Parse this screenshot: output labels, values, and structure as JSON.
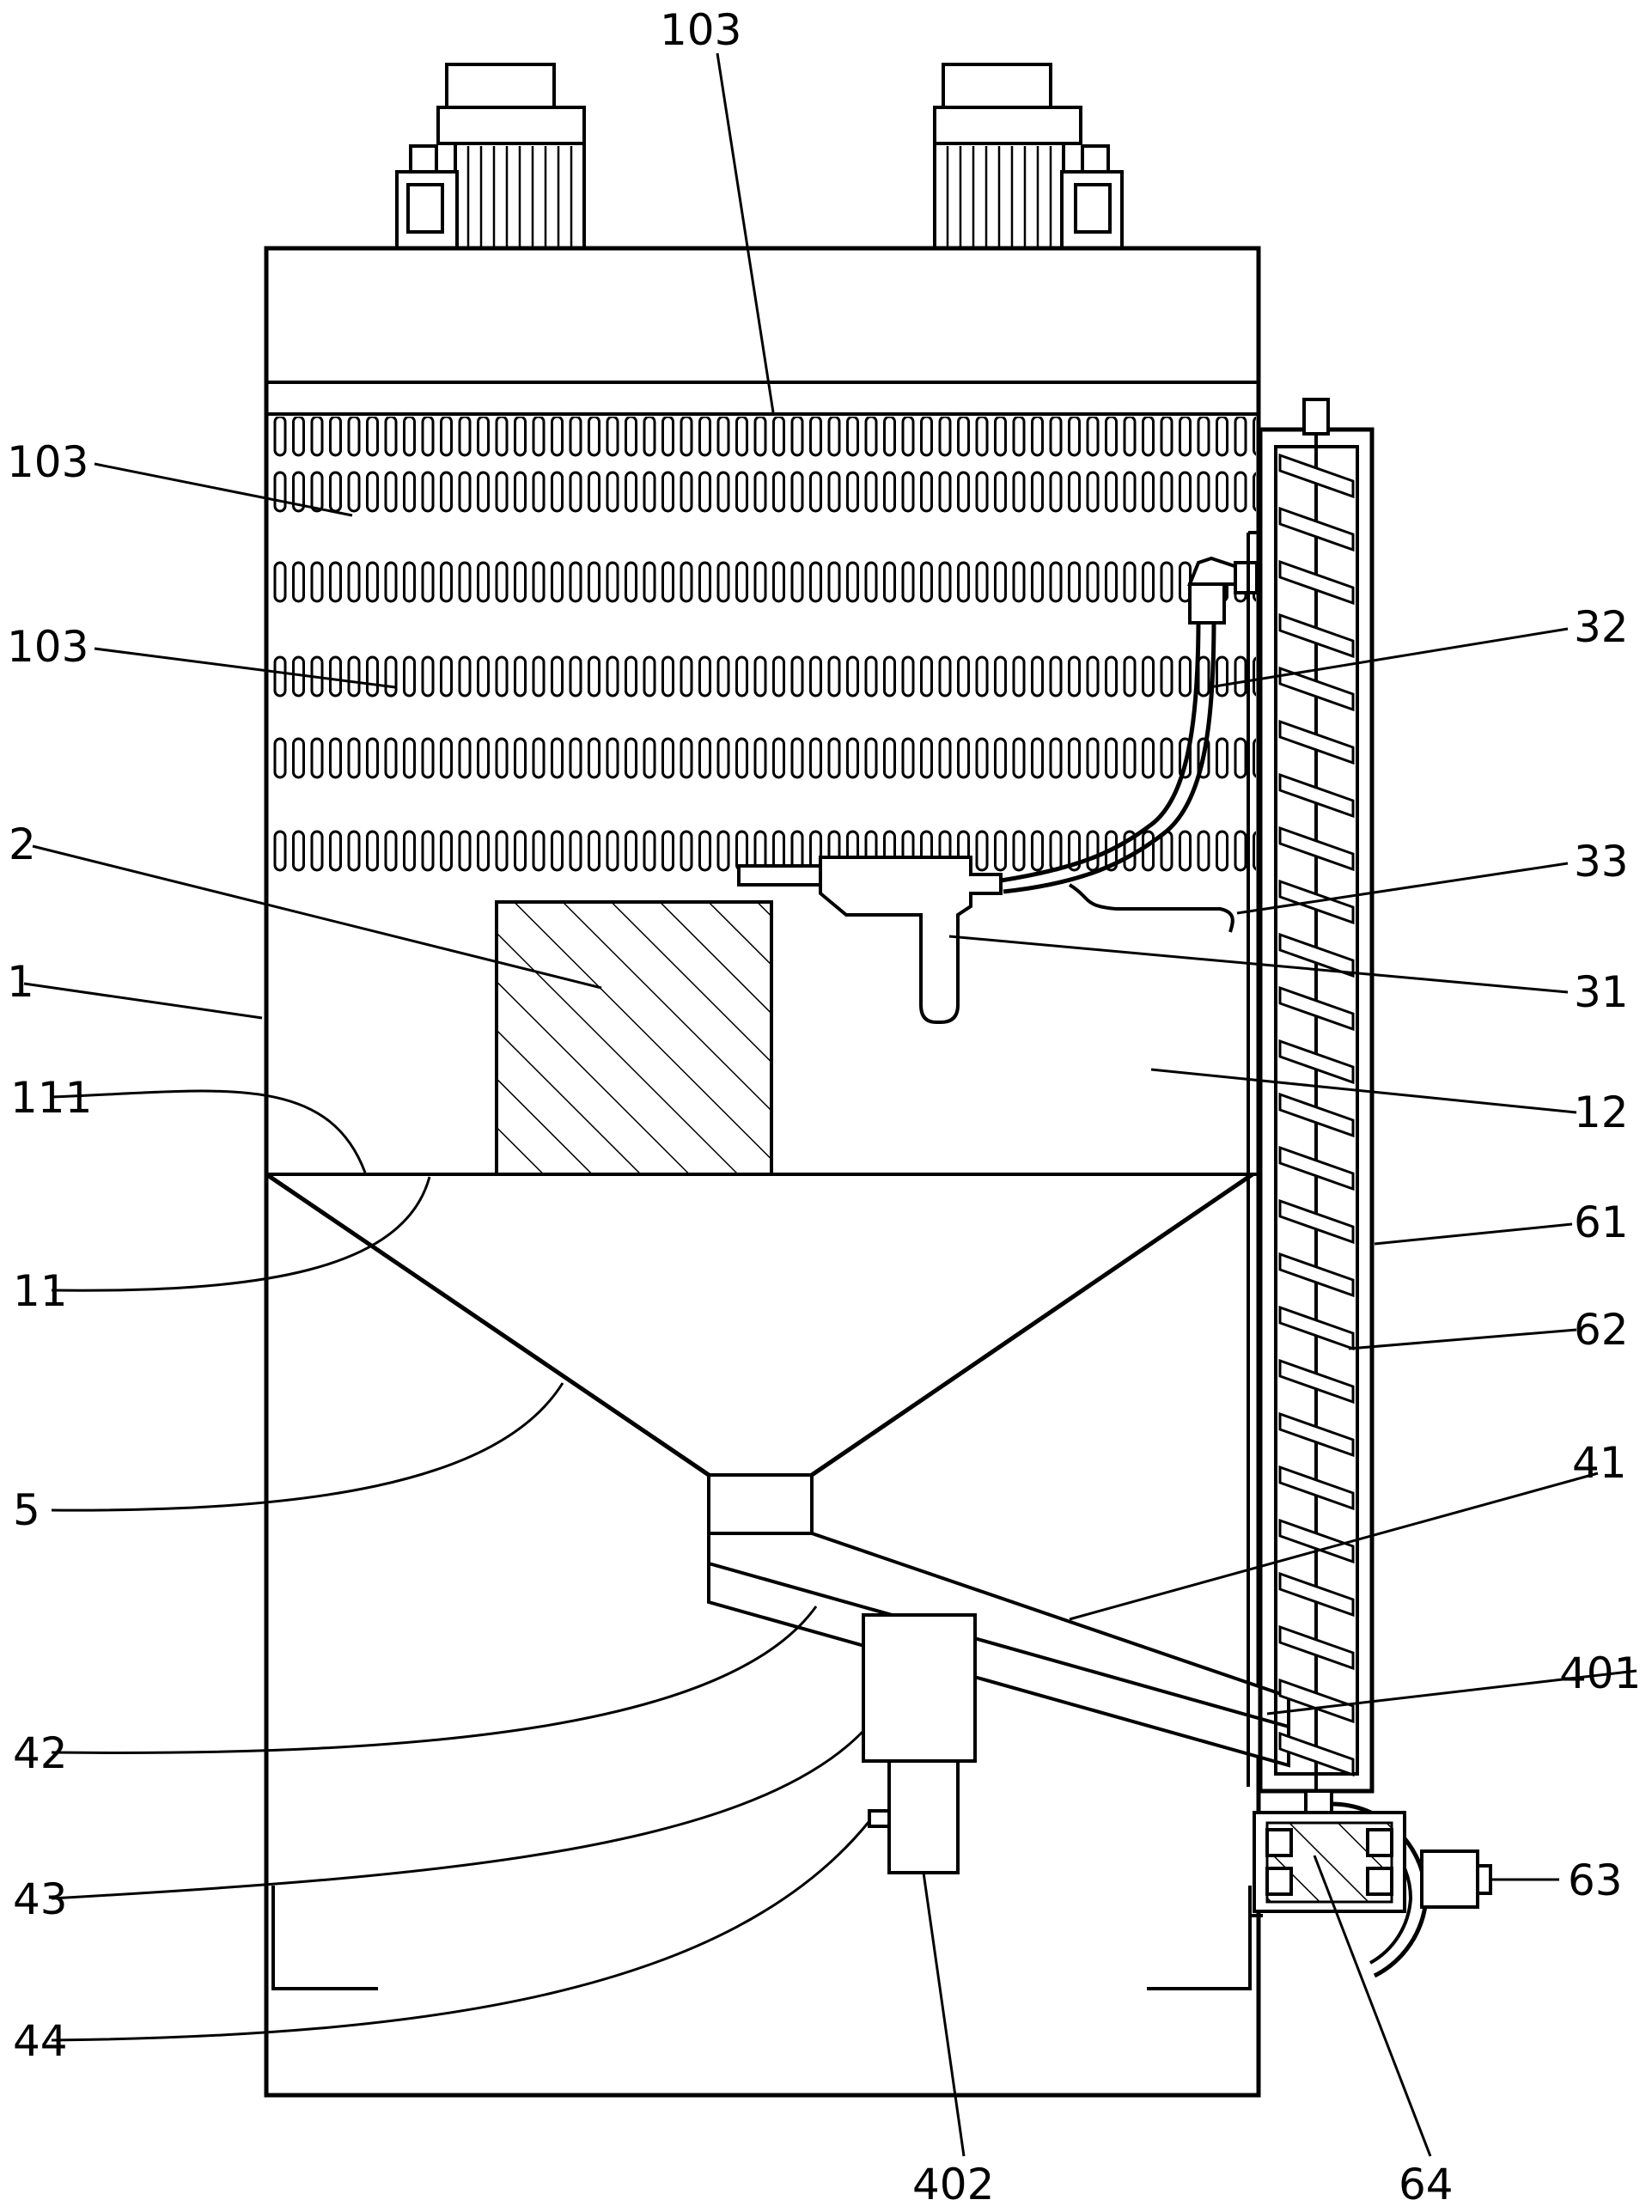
{
  "labels": {
    "l103_top": "103",
    "l103_a": "103",
    "l103_b": "103",
    "l2": "2",
    "l1": "1",
    "l111": "111",
    "l11": "11",
    "l5": "5",
    "l42": "42",
    "l43": "43",
    "l44": "44",
    "l402": "402",
    "l64": "64",
    "l63": "63",
    "l401": "401",
    "l41": "41",
    "l62": "62",
    "l61": "61",
    "l12": "12",
    "l31": "31",
    "l33": "33",
    "l32": "32"
  }
}
